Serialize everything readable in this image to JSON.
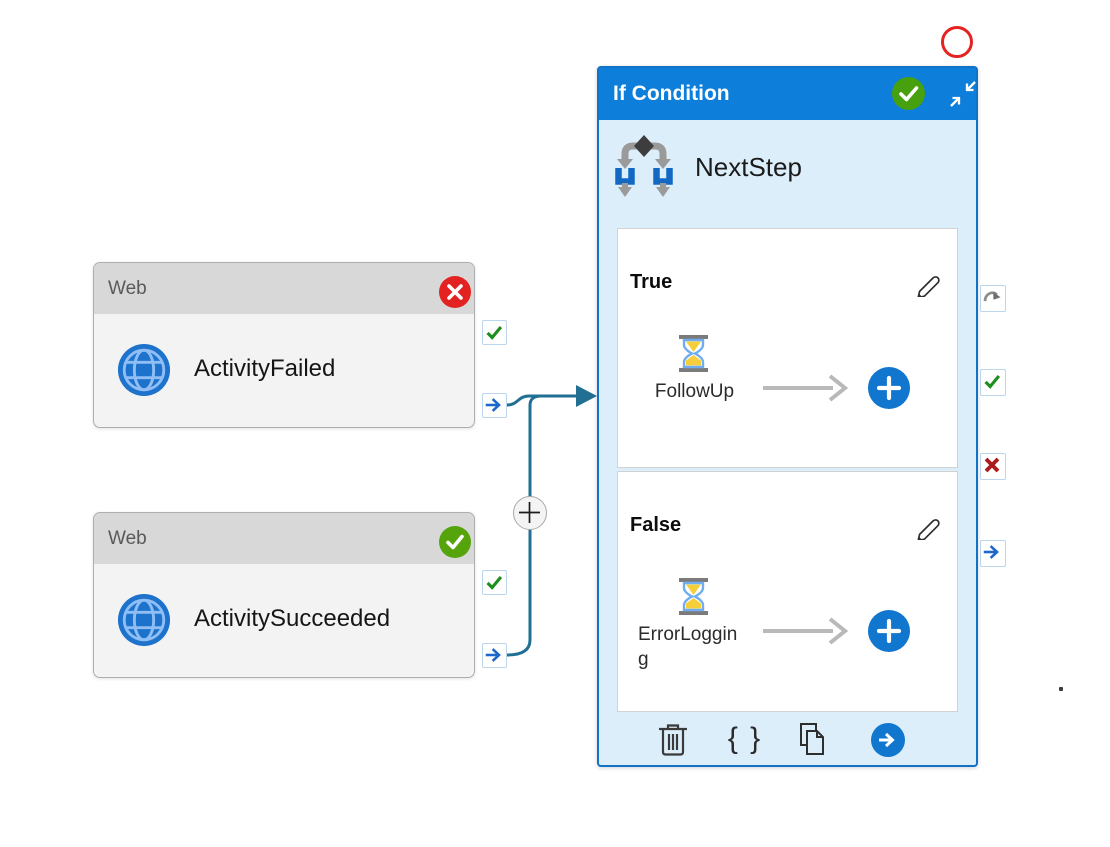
{
  "web_activities": [
    {
      "header": "Web",
      "name": "ActivityFailed",
      "status": "failed",
      "status_icon": "error-badge"
    },
    {
      "header": "Web",
      "name": "ActivitySucceeded",
      "status": "succeeded",
      "status_icon": "success-badge"
    }
  ],
  "if_panel": {
    "title": "If Condition",
    "status_icon": "success-badge",
    "activity_name": "NextStep",
    "branches": [
      {
        "label": "True",
        "child_activity": "FollowUp"
      },
      {
        "label": "False",
        "child_activity": "ErrorLogging"
      }
    ],
    "toolbar": {
      "icons": [
        "delete",
        "code-braces",
        "copy",
        "navigate"
      ],
      "braces_glyph": "{ }"
    }
  },
  "side_ports": [
    "skipped",
    "succeeded",
    "failed",
    "completed"
  ],
  "annotation": {
    "shape": "red-circle-outline"
  },
  "colors": {
    "panel_header": "#0d7ed9",
    "panel_body": "#ddeefb",
    "panel_border": "#1272c8",
    "connector": "#226f94",
    "success_green": "#47a00e",
    "error_red": "#e32322",
    "plus_blue": "#1076ce",
    "web_header_gray": "#d8d8d8",
    "sand_yellow": "#f6cd3a"
  }
}
